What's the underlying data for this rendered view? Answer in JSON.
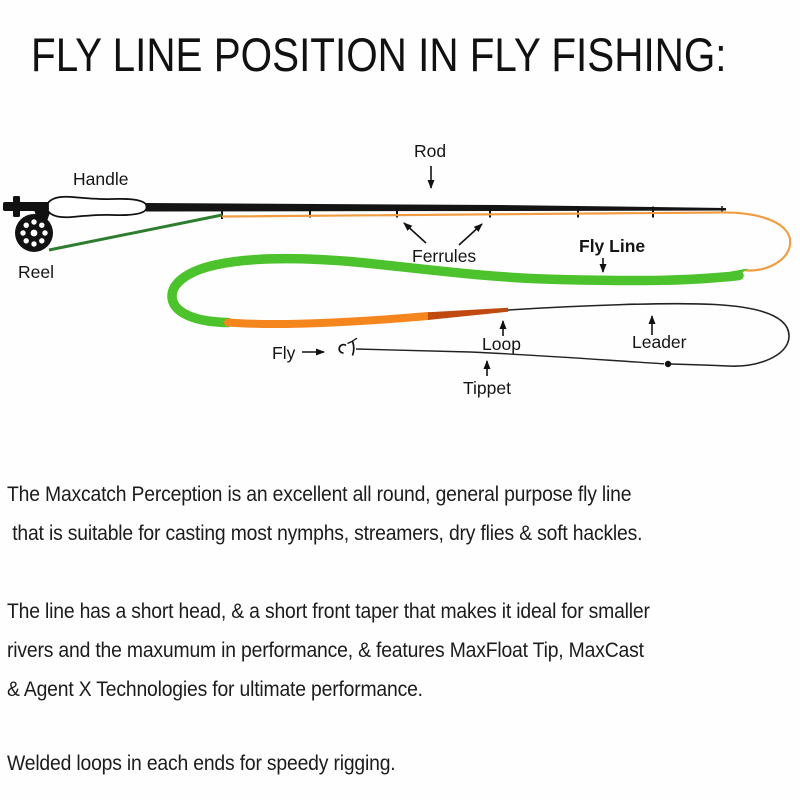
{
  "title": "FLY LINE POSITION IN FLY FISHING:",
  "diagram": {
    "labels": {
      "handle": "Handle",
      "reel": "Reel",
      "rod": "Rod",
      "ferrules": "Ferrules",
      "fly_line": "Fly Line",
      "loop": "Loop",
      "leader": "Leader",
      "tippet": "Tippet",
      "fly": "Fly"
    },
    "colors": {
      "fly_line_green": "#4cc32c",
      "front_taper_orange": "#f5861e",
      "tip_dark_orange": "#c0490f",
      "running_line_orange": "#f09c42",
      "reel_line_dark_green": "#2e7d2e",
      "fly_line_label_red": "#e5332b",
      "ink": "#141414"
    }
  },
  "paragraphs": {
    "p1": [
      "The Maxcatch Perception is an excellent all round, general purpose fly line",
      " that is suitable for casting most nymphs, streamers, dry flies & soft hackles."
    ],
    "p2": [
      "The line has a short head, & a short front taper that makes it ideal for smaller",
      "rivers and the maxumum in performance, & features MaxFloat Tip, MaxCast",
      "& Agent X Technologies for ultimate performance."
    ],
    "p3": [
      "Welded loops in each ends for speedy rigging."
    ]
  }
}
